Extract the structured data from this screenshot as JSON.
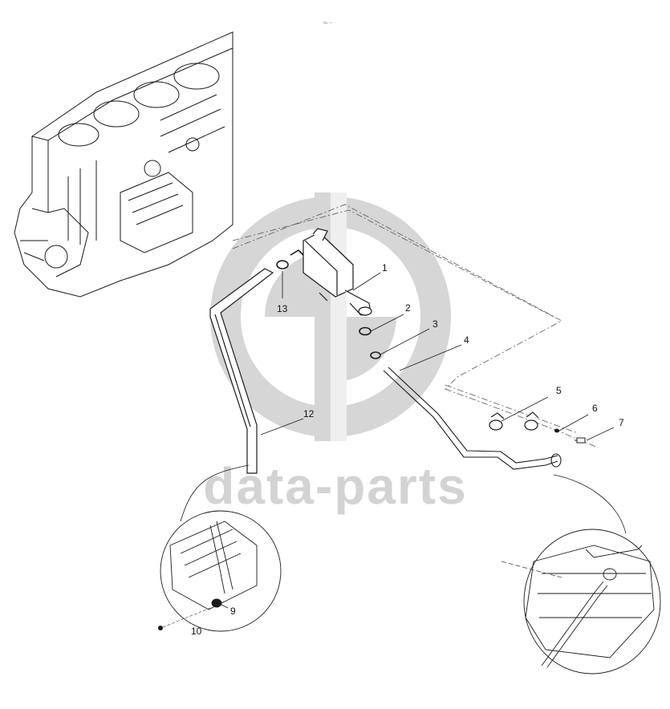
{
  "watermark": {
    "text": "data-parts",
    "color": "#d3d3d3"
  },
  "corner_note": "№ —",
  "callouts": [
    {
      "id": "c1",
      "label": "1"
    },
    {
      "id": "c2",
      "label": "2"
    },
    {
      "id": "c3",
      "label": "3"
    },
    {
      "id": "c4",
      "label": "4"
    },
    {
      "id": "c5",
      "label": "5"
    },
    {
      "id": "c6",
      "label": "6"
    },
    {
      "id": "c7",
      "label": "7"
    },
    {
      "id": "c9",
      "label": "9"
    },
    {
      "id": "c10",
      "label": "10"
    },
    {
      "id": "c12",
      "label": "12"
    },
    {
      "id": "c13",
      "label": "13"
    }
  ],
  "colors": {
    "line": "#1a1a1a",
    "dash": "#555555",
    "label": "#111111"
  }
}
